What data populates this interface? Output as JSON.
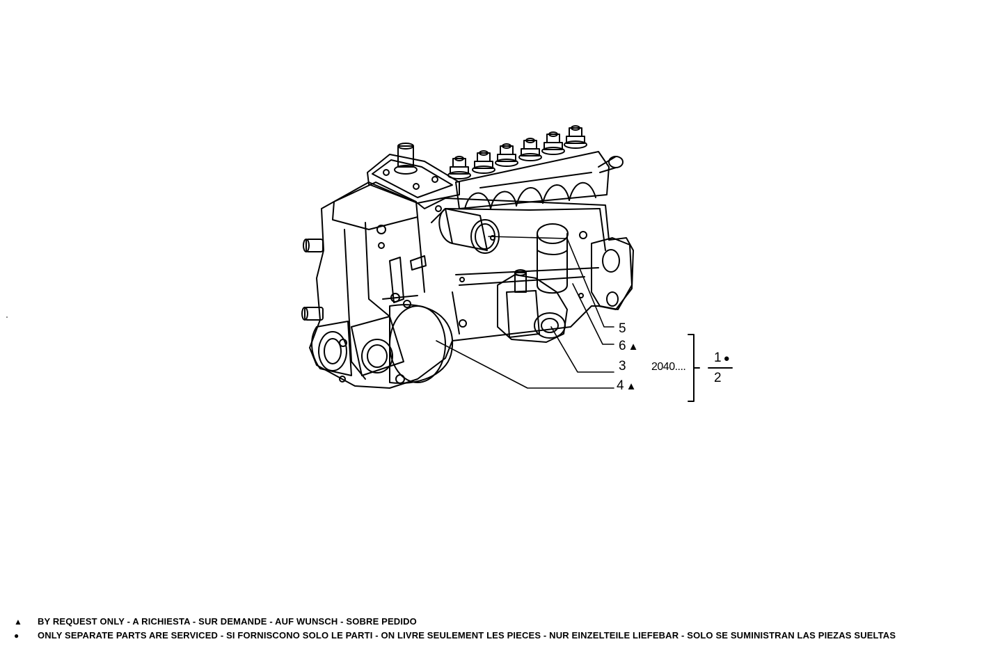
{
  "callouts": {
    "c5": {
      "number": "5",
      "symbol": ""
    },
    "c6": {
      "number": "6",
      "symbol": "▲"
    },
    "c3": {
      "number": "3",
      "symbol": ""
    },
    "c4": {
      "number": "4",
      "symbol": "▲"
    },
    "c1": {
      "number": "1",
      "symbol": "●"
    },
    "c2": {
      "number": "2",
      "symbol": ""
    }
  },
  "reference_code": "2040....",
  "legend": [
    {
      "symbol": "▲",
      "text": "BY REQUEST ONLY - A RICHIESTA - SUR DEMANDE - AUF WUNSCH - SOBRE PEDIDO"
    },
    {
      "symbol": "●",
      "text": "ONLY SEPARATE PARTS ARE SERVICED - SI FORNISCONO SOLO LE PARTI - ON LIVRE SEULEMENT LES PIECES - NUR EINZELTEILE LIEFEBAR - SOLO SE SUMINISTRAN LAS PIEZAS SUELTAS"
    }
  ]
}
